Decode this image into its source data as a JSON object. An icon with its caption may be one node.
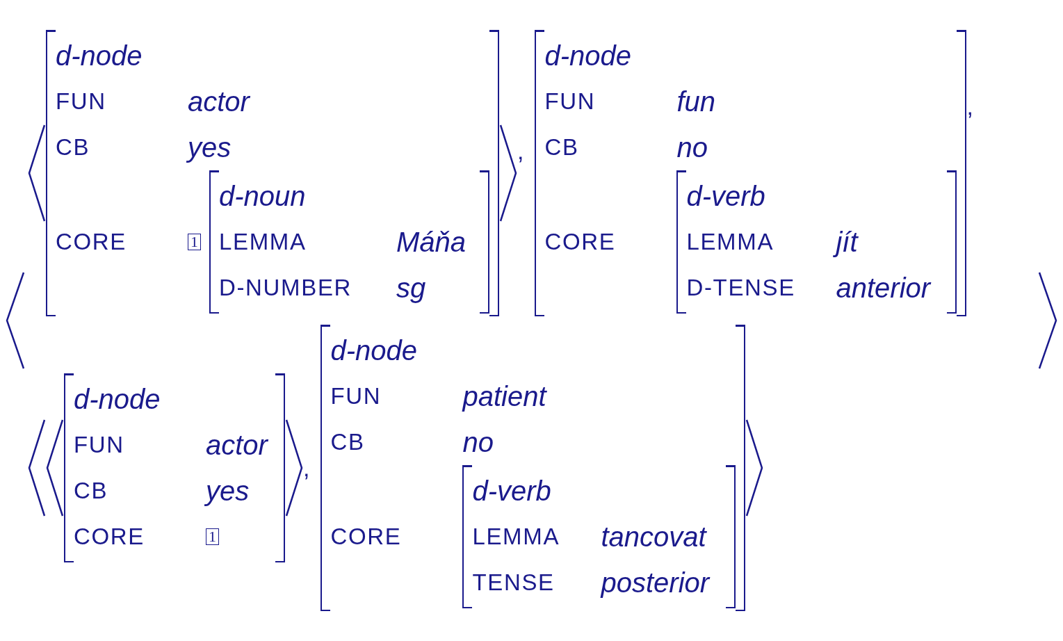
{
  "diagram": {
    "nodes": [
      {
        "text": [
          "d-node",
          "FUN",
          "actor",
          "CB",
          "yes",
          "CORE"
        ]
      },
      {
        "text": [
          "d-noun",
          "LEMMA",
          "Máňa",
          "D-NUMBER",
          "sg"
        ],
        "in": 0
      },
      {
        "text": [
          "d-node",
          "FUN",
          "fun",
          "CB",
          "no",
          "CORE"
        ]
      },
      {
        "text": [
          "d-verb",
          "LEMMA",
          "jít",
          "D-TENSE",
          "anterior"
        ],
        "in": 2
      },
      {
        "text": [
          "d-node",
          "FUN",
          "actor",
          "CB",
          "yes",
          "CORE"
        ]
      },
      {
        "text": [
          "d-node",
          "FUN",
          "patient",
          "CB",
          "no",
          "CORE"
        ]
      },
      {
        "text": [
          "d-verb",
          "LEMMA",
          "tancovat",
          "TENSE",
          "posterior"
        ],
        "in": 5
      }
    ],
    "labels": [
      "1",
      ",",
      ",",
      "1",
      ","
    ]
  }
}
